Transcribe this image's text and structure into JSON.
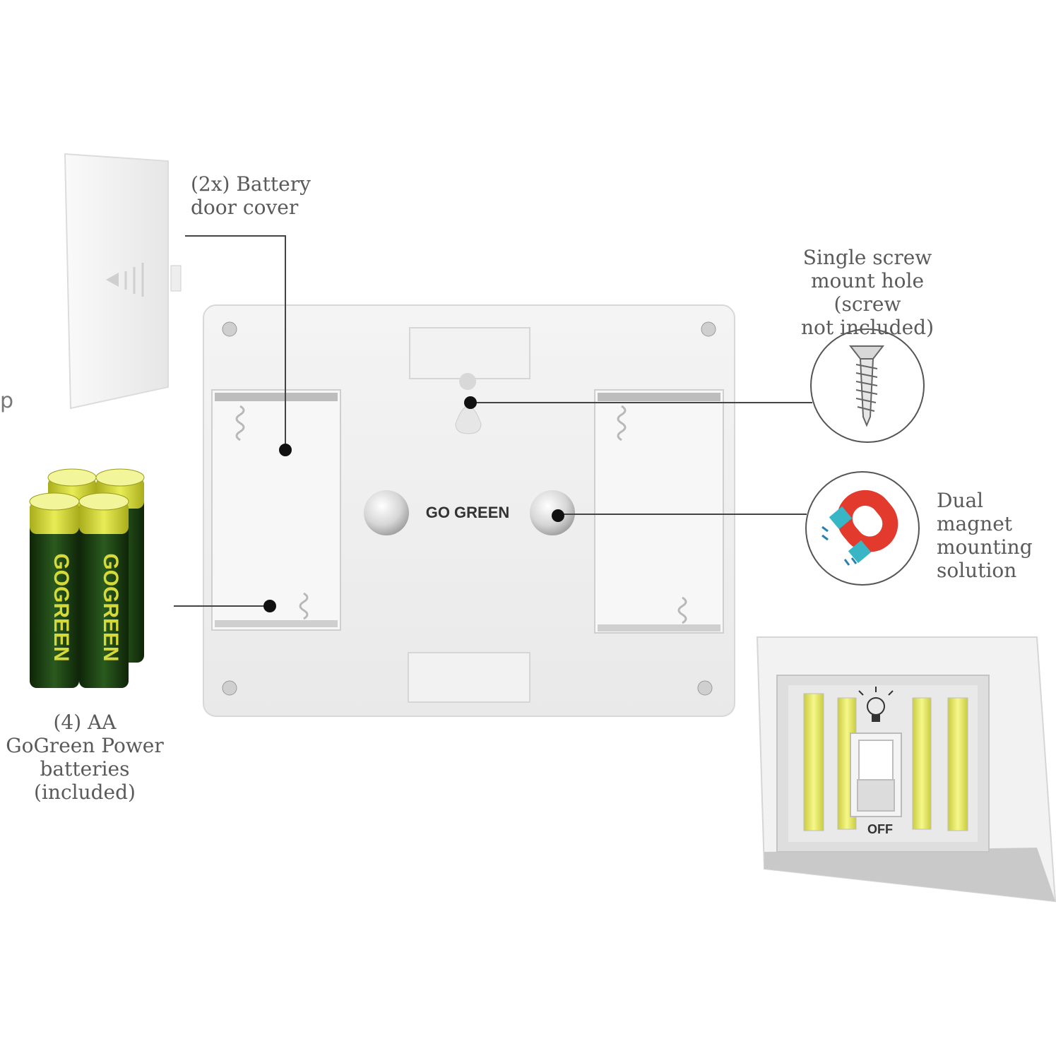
{
  "callouts": {
    "battery_door": [
      "(2x) Battery",
      "door cover"
    ],
    "screw": [
      "Single screw",
      "mount hole (screw",
      "not included)"
    ],
    "magnet": [
      "Dual",
      "magnet",
      "mounting",
      "solution"
    ],
    "batteries": [
      "(4) AA",
      "GoGreen Power",
      "batteries",
      "(included)"
    ]
  },
  "fragment_text": "p",
  "brand": {
    "logo_text": "GO GREEN",
    "battery_label": "GOGREEN",
    "battery_sublabel": "GoGreen Power"
  },
  "switch_light": {
    "off_label": "OFF"
  },
  "colors": {
    "battery_yellow": "#d6d93a",
    "battery_green": "#1d3d14",
    "led_yellow": "#f0f27a",
    "magnet_red": "#e23a2c",
    "magnet_cyan": "#38b6c6",
    "line": "#444444"
  }
}
